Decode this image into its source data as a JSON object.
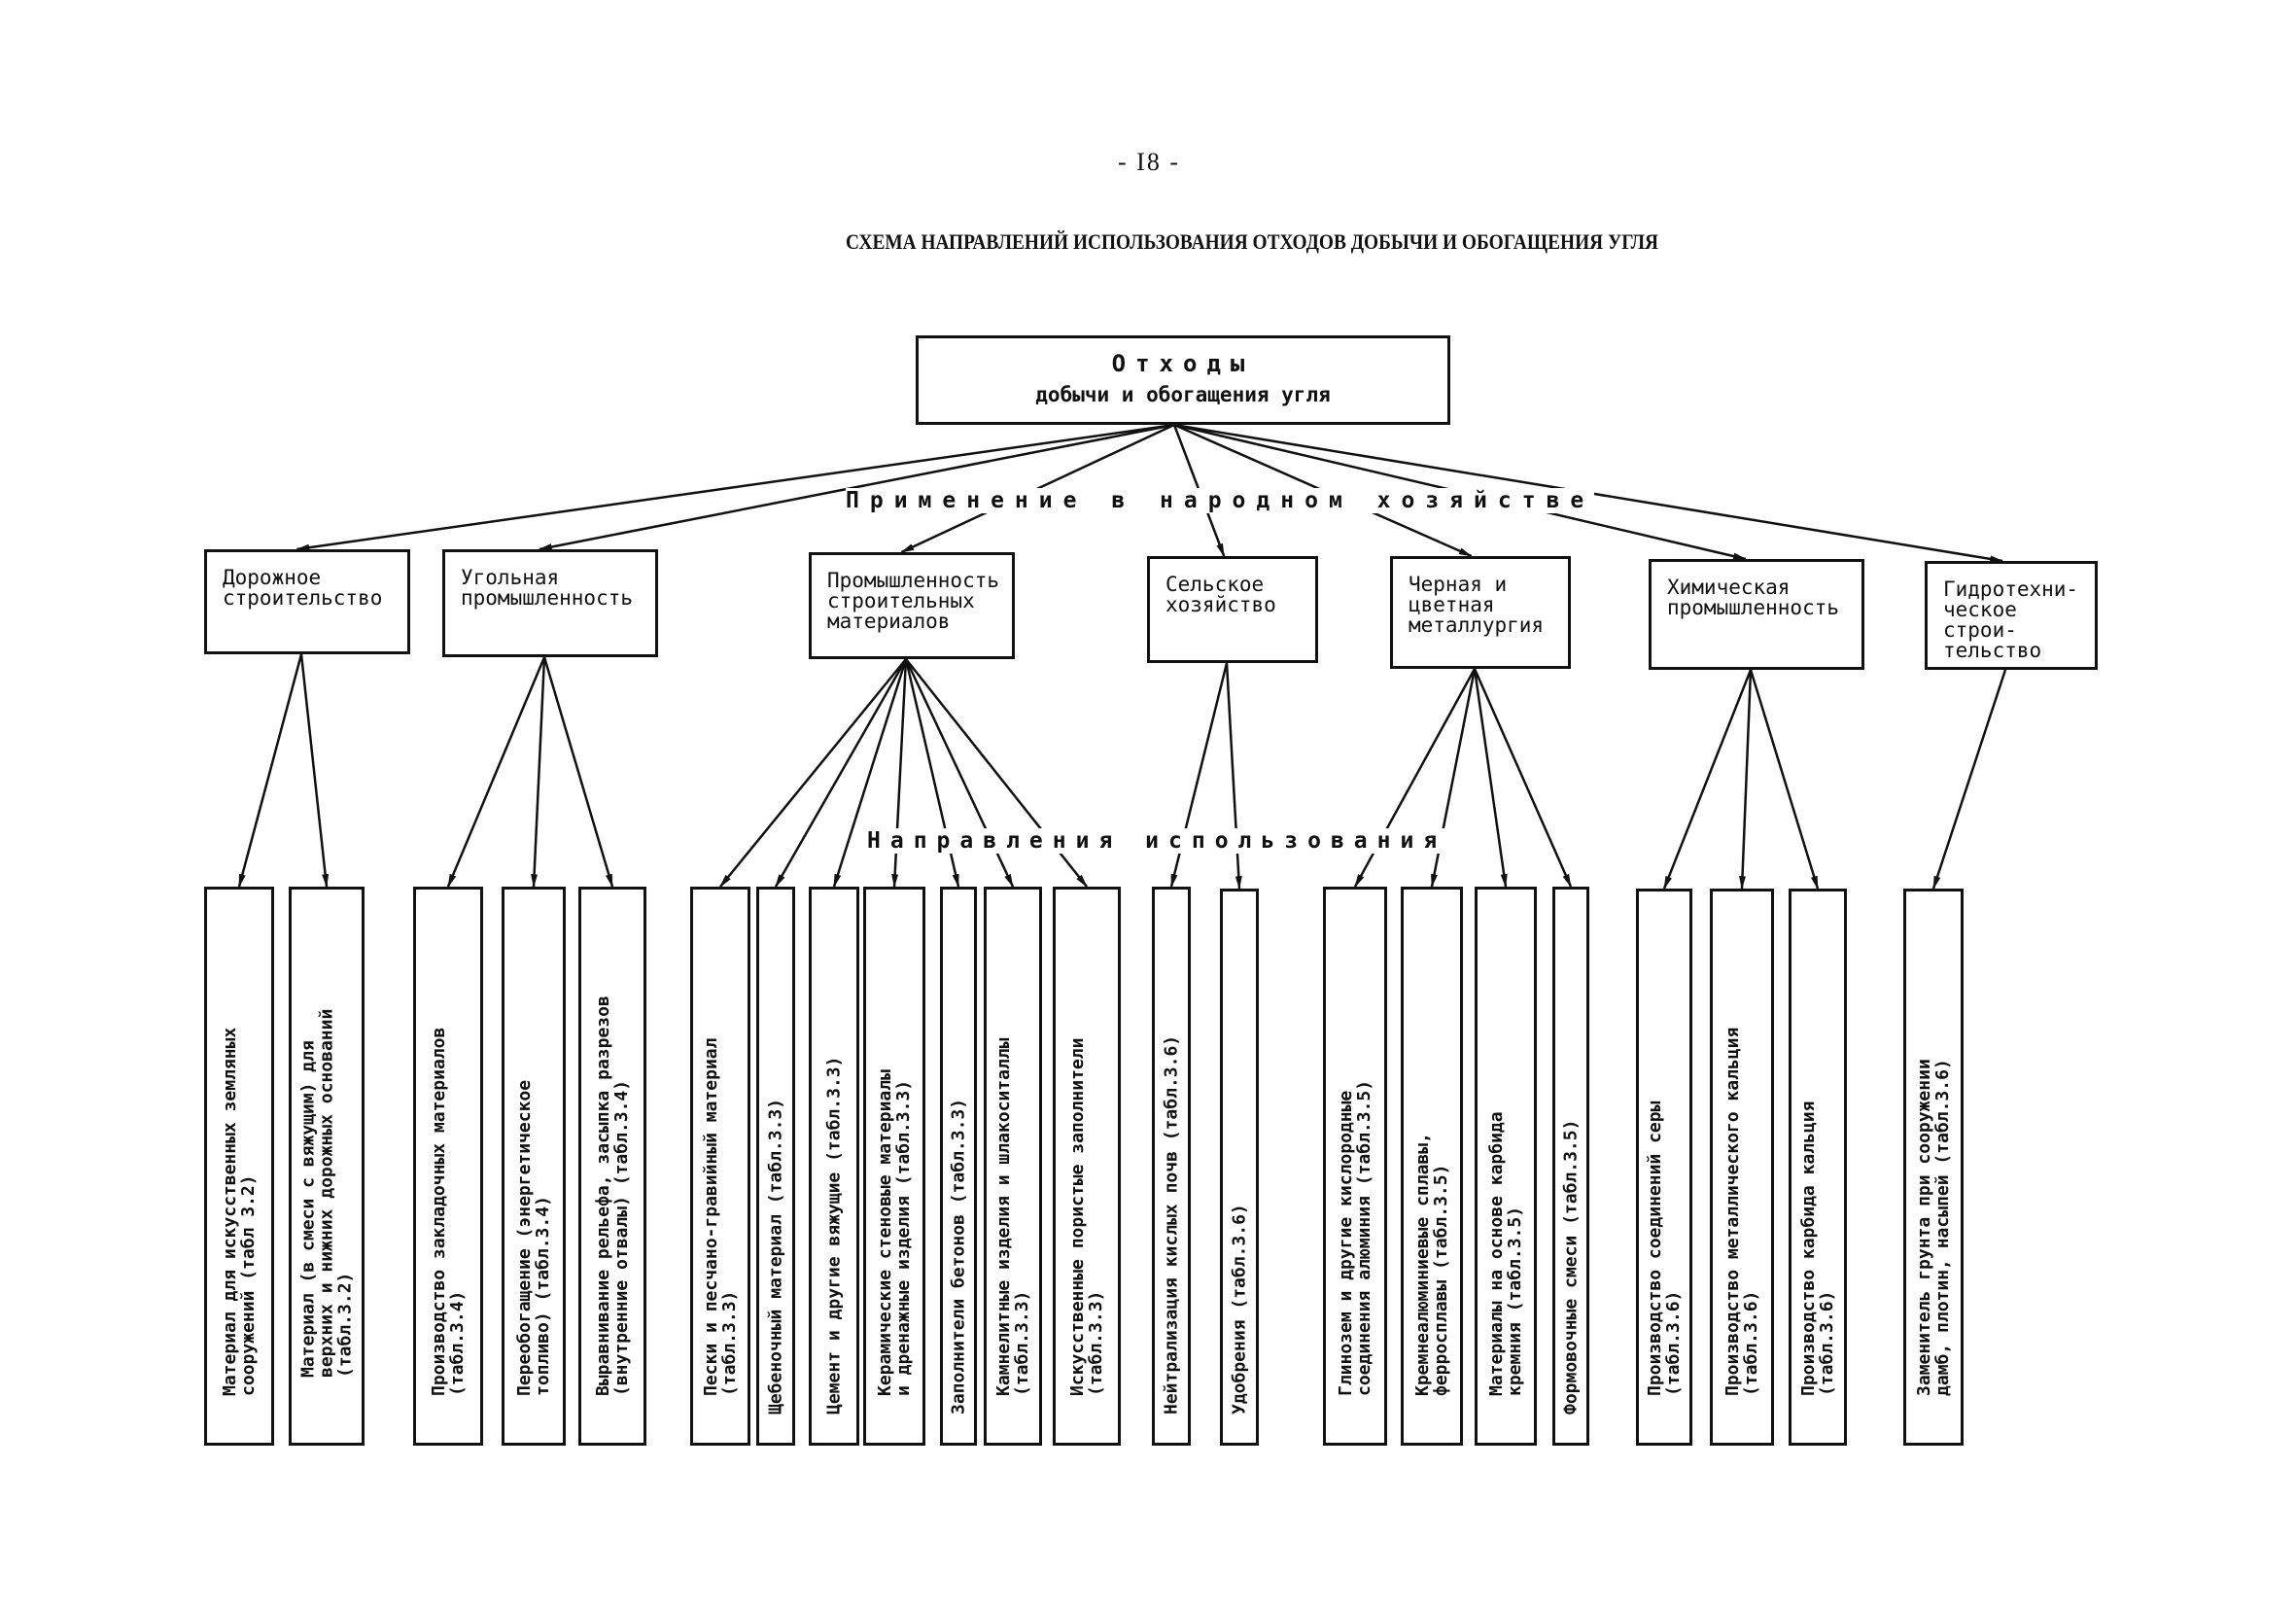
{
  "page": {
    "number": "- I8 -",
    "title": "СХЕМА НАПРАВЛЕНИЙ ИСПОЛЬЗОВАНИЯ ОТХОДОВ ДОБЫЧИ И ОБОГАЩЕНИЯ УГЛЯ"
  },
  "root": {
    "line1": "Отходы",
    "line2": "добычи и обогащения угля"
  },
  "labels": {
    "level1": "Применение  в  народном  хозяйстве",
    "level2": "Направления  использования"
  },
  "categories": [
    {
      "label": "Дорожное\nстроительство",
      "directions": [
        "Материал для искусственных земляных\nсооружений (табл 3.2)",
        "Материал (в смеси с вяжущим) для\nверхних и нижних дорожных оснований\n(табл.3.2)"
      ]
    },
    {
      "label": "Угольная\nпромышленность",
      "directions": [
        "Производство закладочных материалов\n(табл.3.4)",
        "Переобогащение (энергетическое\nтопливо) (табл.3.4)",
        "Выравнивание рельефа, засыпка разрезов\n(внутренние отвалы) (табл.3.4)"
      ]
    },
    {
      "label": "Промышленность\nстроительных\nматериалов",
      "directions": [
        "Пески и песчано-гравийный материал\n(табл.3.3)",
        "Щебеночный материал (табл.3.3)",
        "Цемент и другие вяжущие (табл.3.3)",
        "Керамические стеновые материалы\nи дренажные изделия (табл.3.3)",
        "Заполнители бетонов (табл.3.3)",
        "Камнелитные изделия и шлакоситаллы\n(табл.3.3)",
        "Искусственные пористые заполнители\n(табл.3.3)"
      ]
    },
    {
      "label": "Сельское\nхозяйство",
      "directions": [
        "Нейтрализация кислых почв (табл.3.6)",
        "Удобрения (табл.3.6)"
      ]
    },
    {
      "label": "Черная и\nцветная\nметаллургия",
      "directions": [
        "Глинозем и другие кислородные\nсоединения алюминия (табл.3.5)",
        "Кремнеалюминиевые сплавы,\nферросплавы (табл.3.5)",
        "Материалы на основе карбида\nкремния (табл.3.5)",
        "Формовочные смеси (табл.3.5)"
      ]
    },
    {
      "label": "Химическая\nпромышленность",
      "directions": [
        "Производство соединений серы\n(табл.3.6)",
        "Производство металлического кальция\n(табл.3.6)",
        "Производство карбида кальция\n(табл.3.6)"
      ]
    },
    {
      "label": "Гидротехни-\nческое\nстрои-\nтельство",
      "directions": [
        "Заменитель грунта при сооружении\nдамб, плотин, насыпей (табл.3.6)"
      ]
    }
  ]
}
